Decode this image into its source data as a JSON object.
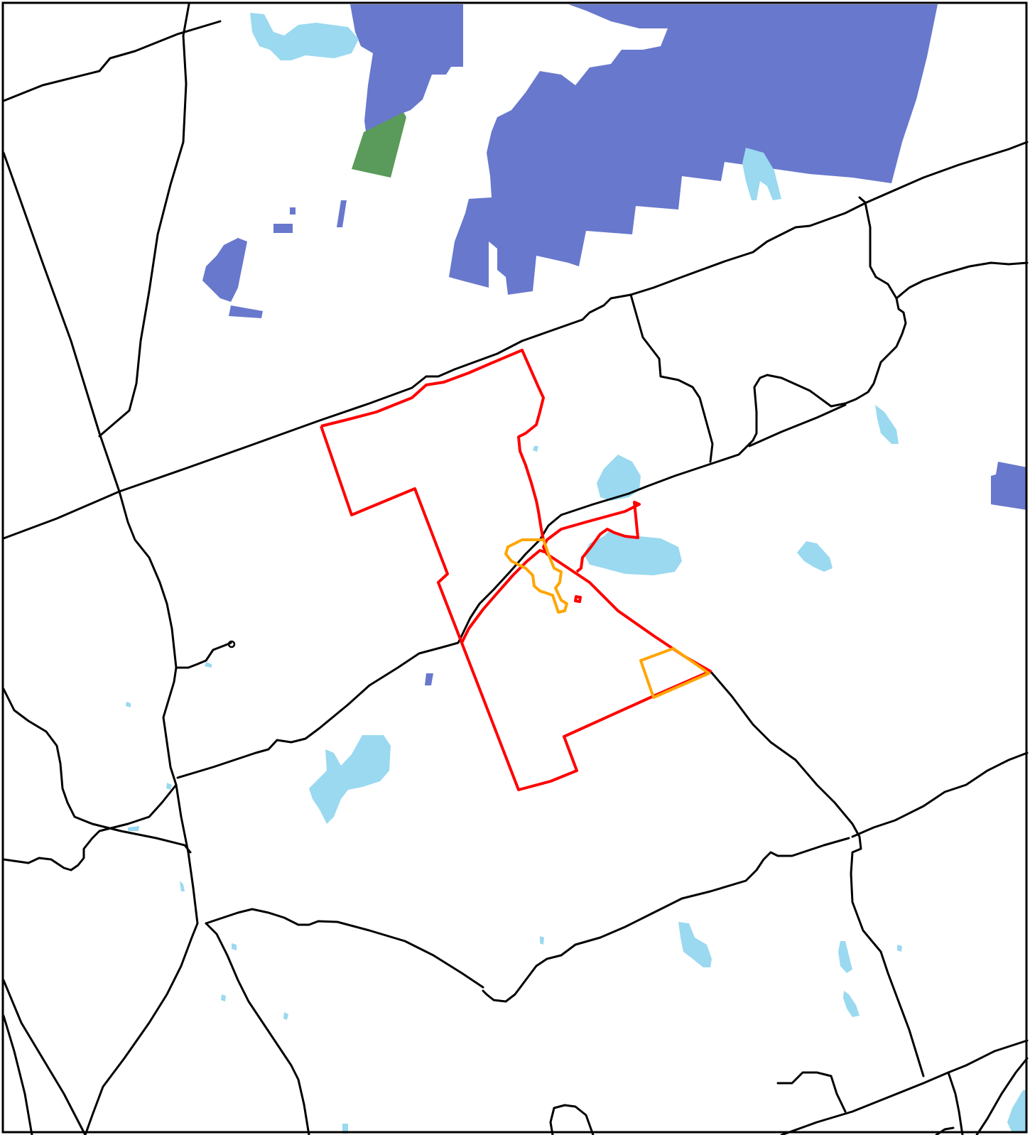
{
  "map": {
    "colors": {
      "background": "#ffffff",
      "water": "#9ad9f0",
      "wetland": "#6878cc",
      "forest": "#5a9a5a",
      "road": "#000000",
      "boundary_primary": "#ff0000",
      "boundary_secondary": "#ffa500",
      "frame": "#000000"
    },
    "layers": [
      "wetland",
      "forest",
      "water",
      "roads",
      "boundary-primary",
      "boundary-secondary"
    ]
  }
}
